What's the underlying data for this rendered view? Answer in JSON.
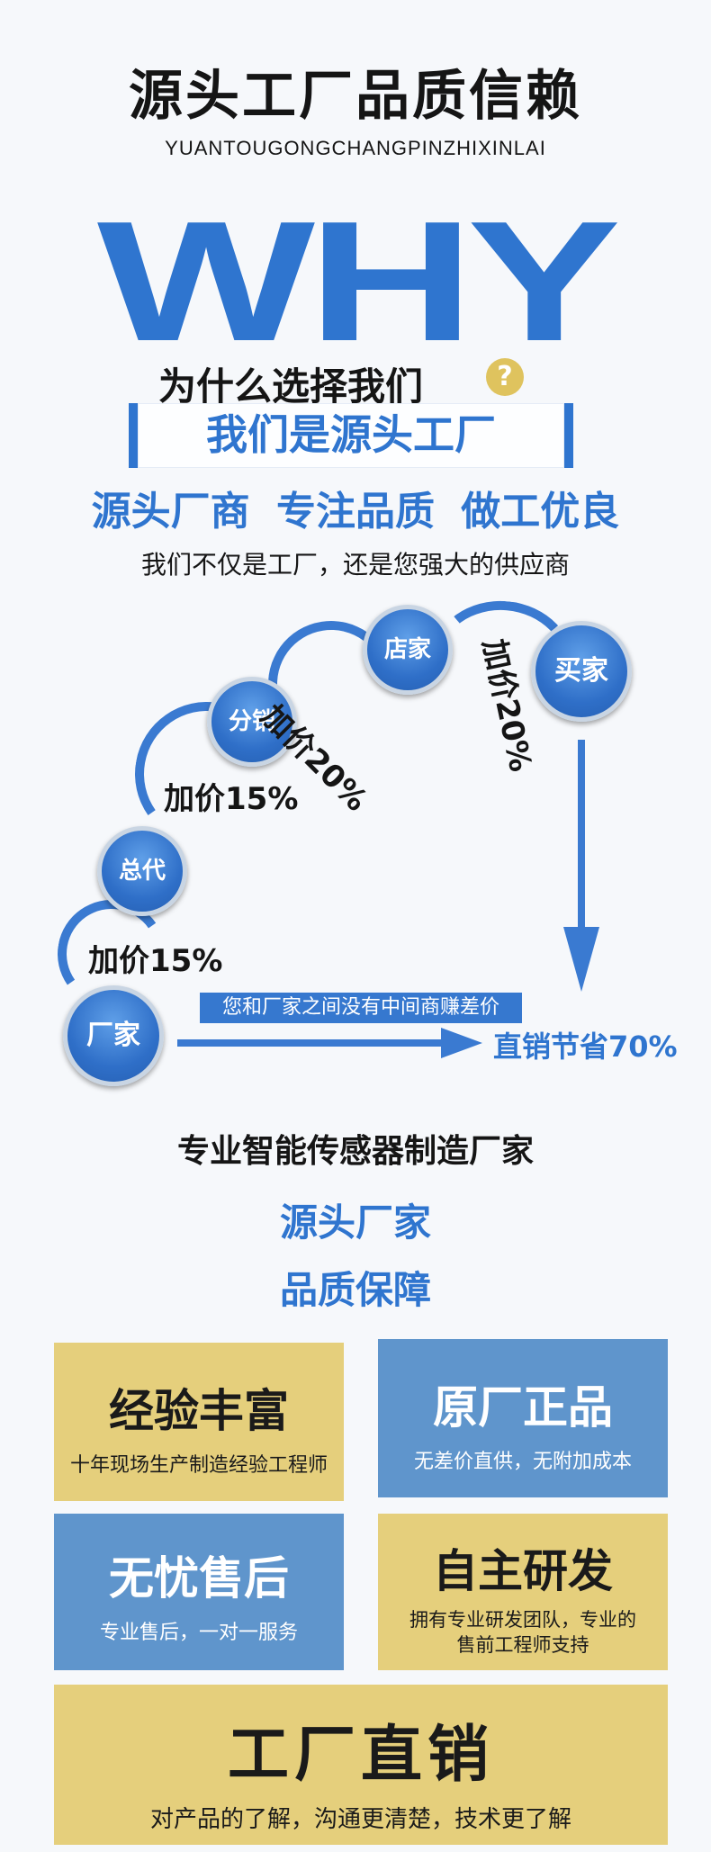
{
  "header": {
    "title": "源头工厂品质信赖",
    "subtitle": "YUANTOUGONGCHANGPINZHIXINLAI",
    "why": "WHY",
    "why_question": "为什么选择我们",
    "question_mark": "?",
    "factory_box": "我们是源头工厂",
    "slogan": "源头厂商 专注品质 做工优良",
    "intro": "我们不仅是工厂，还是您强大的供应商"
  },
  "flow": {
    "nodes": [
      "厂家",
      "总代",
      "分销",
      "店家",
      "买家"
    ],
    "markups": [
      "加价15%",
      "加价15%",
      "加价20%",
      "加价20%"
    ],
    "banner": "您和厂家之间没有中间商赚差价",
    "savings": "直销节省70%"
  },
  "summary": {
    "maker": "专业智能传感器制造厂家",
    "source": "源头厂家",
    "quality": "品质保障"
  },
  "cards": [
    {
      "title": "经验丰富",
      "desc": "十年现场生产制造经验工程师"
    },
    {
      "title": "原厂正品",
      "desc": "无差价直供，无附加成本"
    },
    {
      "title": "无忧售后",
      "desc": "专业售后，一对一服务"
    },
    {
      "title": "自主研发",
      "desc": "拥有专业研发团队，专业的售前工程师支持"
    },
    {
      "title": "工厂直销",
      "desc": "对产品的了解，沟通更清楚，技术更了解"
    }
  ],
  "colors": {
    "accent": "#2f75cf",
    "card_yellow": "#e5cf7c",
    "card_blue": "#5f95cc",
    "question_badge": "#dfc35e"
  }
}
